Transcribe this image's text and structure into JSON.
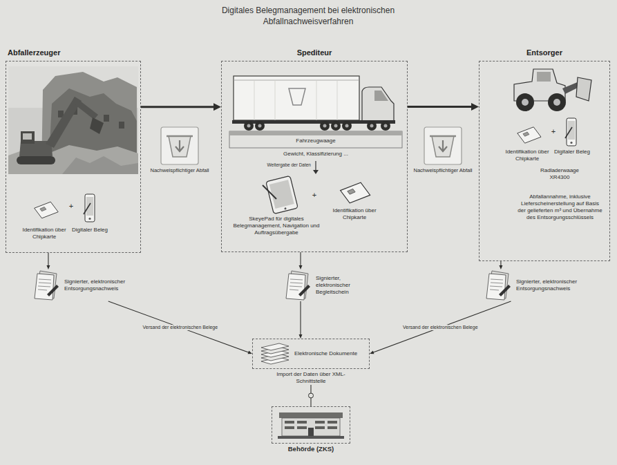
{
  "diagram": {
    "title": "Digitales Belegmanagement bei elektronischen Abfallnachweisverfahren",
    "nodes": [
      {
        "text": [
          "Abfallerzeuger"
        ]
      },
      {
        "text": [
          "Spediteur"
        ]
      },
      {
        "text": [
          "Entsorger"
        ]
      },
      {
        "text": [
          "Signierter, elektronischer Entsorgungsnachweis"
        ]
      },
      {
        "text": [
          "Signierter, elektronischer Begleitschein"
        ]
      },
      {
        "text": [
          "Signierter, elektronischer Entsorgungsnachweis"
        ]
      },
      {
        "text": [
          "Elektronische Dokumente",
          "Import der Daten über XML-Schnittstelle"
        ]
      },
      {
        "text": [
          "Behörde (ZKS)"
        ]
      }
    ],
    "edges": [
      {
        "from": 0,
        "to": 1,
        "arrow": "to"
      },
      {
        "from": 1,
        "to": 2,
        "arrow": "to"
      },
      {
        "from": 0,
        "to": 3,
        "arrow": "to"
      },
      {
        "from": 1,
        "to": 4,
        "arrow": "to"
      },
      {
        "from": 2,
        "to": 5,
        "arrow": "to"
      },
      {
        "from": 3,
        "to": 6,
        "label": "Versand der elektronischen Belege",
        "arrow": "to"
      },
      {
        "from": 4,
        "to": 6,
        "arrow": "to"
      },
      {
        "from": 5,
        "to": 6,
        "label": "Versand der elektronischen Belege",
        "arrow": "to"
      },
      {
        "from": 6,
        "to": 7,
        "arrow": "none"
      }
    ],
    "labels": [
      "Identifikation über Chipkarte",
      "Digitaler Beleg",
      "+",
      "Nachweispflichtiger Abfall",
      "Fahrzeugwaage",
      "Gewicht, Klassifizierung ...",
      "Weitergabe der Daten",
      "SkeyePad für digitales Belegmanagement, Navigation und Auftragsübergabe",
      "+",
      "Identifikation über Chipkarte",
      "Nachweispflichtiger Abfall",
      "+",
      "Identifikation über Chipkarte",
      "Digitaler Beleg",
      "Radladerwaage XR4300",
      "Abfallannahme, inklusive Lieferscheinerstellung auf Basis der gelieferten m³ und Übernahme des Entsorgungsschlüssels"
    ]
  }
}
